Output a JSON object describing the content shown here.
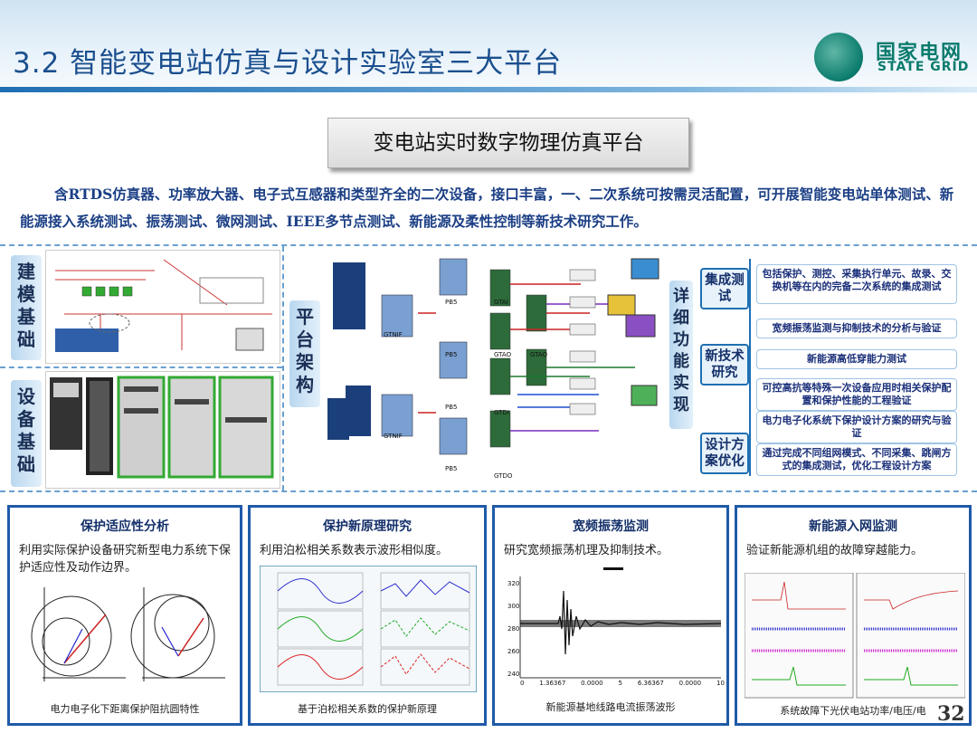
{
  "header": {
    "title": "3.2 智能变电站仿真与设计实验室三大平台",
    "logo_cn": "国家电网",
    "logo_en": "STATE GRID"
  },
  "platform_title": "变电站实时数字物理仿真平台",
  "intro": "含RTDS仿真器、功率放大器、电子式互感器和类型齐全的二次设备，接口丰富，一、二次系统可按需灵活配置，可开展智能变电站单体测试、新能源接入系统测试、振荡测试、微网测试、IEEE多节点测试、新能源及柔性控制等新技术研究工作。",
  "left_labels": {
    "model": "建模基础",
    "device": "设备基础",
    "platform": "平台架构"
  },
  "arch_labels": [
    "GTNIF",
    "GTNIF",
    "PB5",
    "PB5",
    "PB5",
    "PB5",
    "GTAI",
    "GTAO",
    "GTAO",
    "GTDI",
    "GTDO"
  ],
  "detail": {
    "label": "详细功能实现",
    "groups": [
      {
        "name": "集成测试",
        "items": [
          "包括保护、测控、采集执行单元、故录、交换机等在内的完备二次系统的集成测试"
        ]
      },
      {
        "name": "新技术研究",
        "items": [
          "宽频振荡监测与抑制技术的分析与验证",
          "新能源高低穿能力测试",
          "可控高抗等特殊一次设备应用时相关保护配置和保护性能的工程验证",
          "电力电子化系统下保护设计方案的研究与验证"
        ]
      },
      {
        "name": "设计方案优化",
        "items": [
          "通过完成不同组网模式、不同采集、跳闸方式的集成测试，优化工程设计方案"
        ]
      }
    ]
  },
  "cards": [
    {
      "title": "保护适应性分析",
      "desc": "利用实际保护设备研究新型电力系统下保护适应性及动作边界。",
      "caption": "电力电子化下距离保护阻抗圆特性"
    },
    {
      "title": "保护新原理研究",
      "desc": "利用泊松相关系数表示波形相似度。",
      "caption": "基于泊松相关系数的保护新原理"
    },
    {
      "title": "宽频振荡监测",
      "desc": "研究宽频振荡机理及抑制技术。",
      "caption": "新能源基地线路电流振荡波形"
    },
    {
      "title": "新能源入网监测",
      "desc": "验证新能源机组的故障穿越能力。",
      "caption": "系统故障下光伏电站功率/电压/电"
    }
  ],
  "osc_axis": {
    "y": [
      "320",
      "300",
      "280",
      "260",
      "240"
    ],
    "x": [
      "0",
      "1.36367",
      "0.0000",
      "5",
      "6.36367",
      "0.0000",
      "10"
    ]
  },
  "page_number": "32",
  "colors": {
    "brand": "#0a7b6c",
    "title": "#1b4f8e",
    "card_border": "#1f5aa8"
  }
}
